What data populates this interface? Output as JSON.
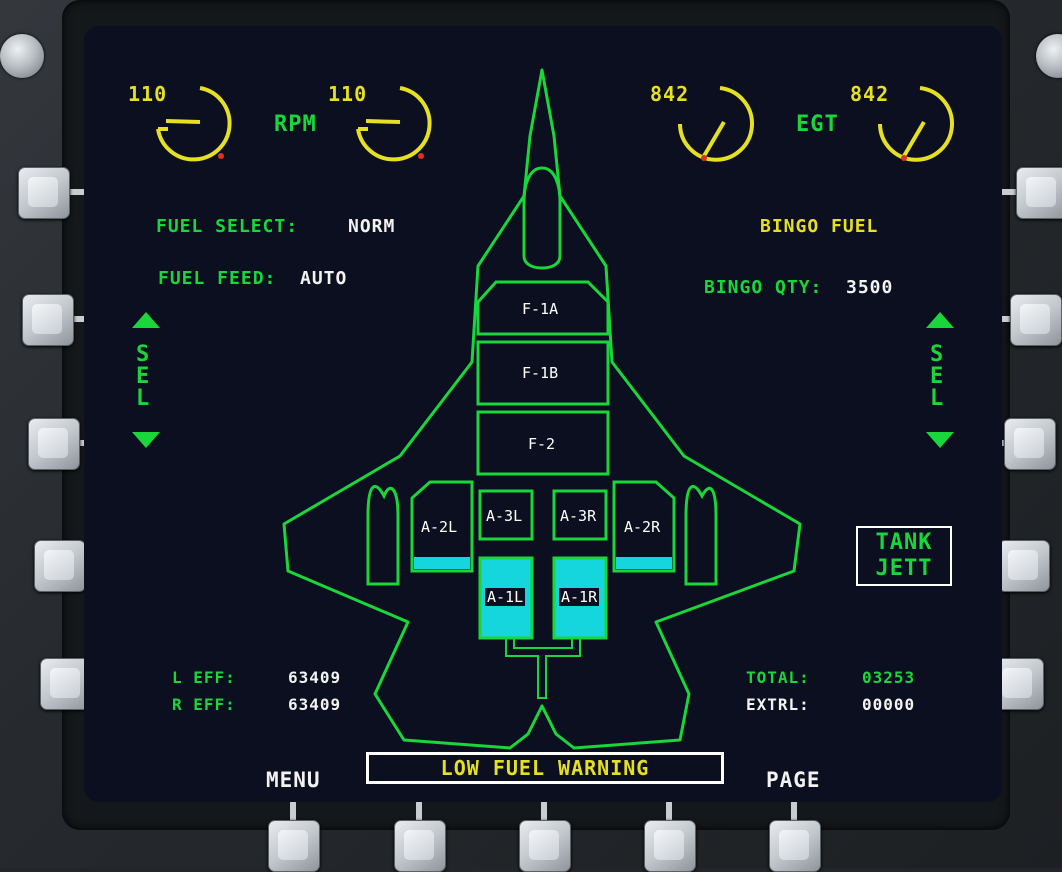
{
  "gauges": {
    "rpm_left_value": "110",
    "rpm_label": "RPM",
    "rpm_right_value": "110",
    "egt_left_value": "842",
    "egt_label": "EGT",
    "egt_right_value": "842"
  },
  "fuel": {
    "select_label": "FUEL SELECT:",
    "select_value": "NORM",
    "feed_label": "FUEL FEED:",
    "feed_value": "AUTO",
    "bingo_title": "BINGO FUEL",
    "bingo_qty_label": "BINGO QTY:",
    "bingo_qty_value": "3500"
  },
  "sel_left": [
    "S",
    "E",
    "L"
  ],
  "sel_right": [
    "S",
    "E",
    "L"
  ],
  "tanks": {
    "f1a": "F-1A",
    "f1b": "F-1B",
    "f2": "F-2",
    "a2l": "A-2L",
    "a3l": "A-3L",
    "a3r": "A-3R",
    "a2r": "A-2R",
    "a1l": "A-1L",
    "a1r": "A-1R"
  },
  "tank_jett": {
    "line1": "TANK",
    "line2": "JETT"
  },
  "eff": {
    "l_label": "L EFF:",
    "l_value": "63409",
    "r_label": "R EFF:",
    "r_value": "63409"
  },
  "totals": {
    "total_label": "TOTAL:",
    "total_value": "03253",
    "extrl_label": "EXTRL:",
    "extrl_value": "00000"
  },
  "warning": "LOW FUEL WARNING",
  "bottom": {
    "menu": "MENU",
    "page": "PAGE"
  },
  "colors": {
    "green": "#19d63a",
    "yellow": "#e6e022",
    "cyan": "#14d6dc",
    "white": "#ffffff",
    "screen": "#0c0f1f"
  }
}
